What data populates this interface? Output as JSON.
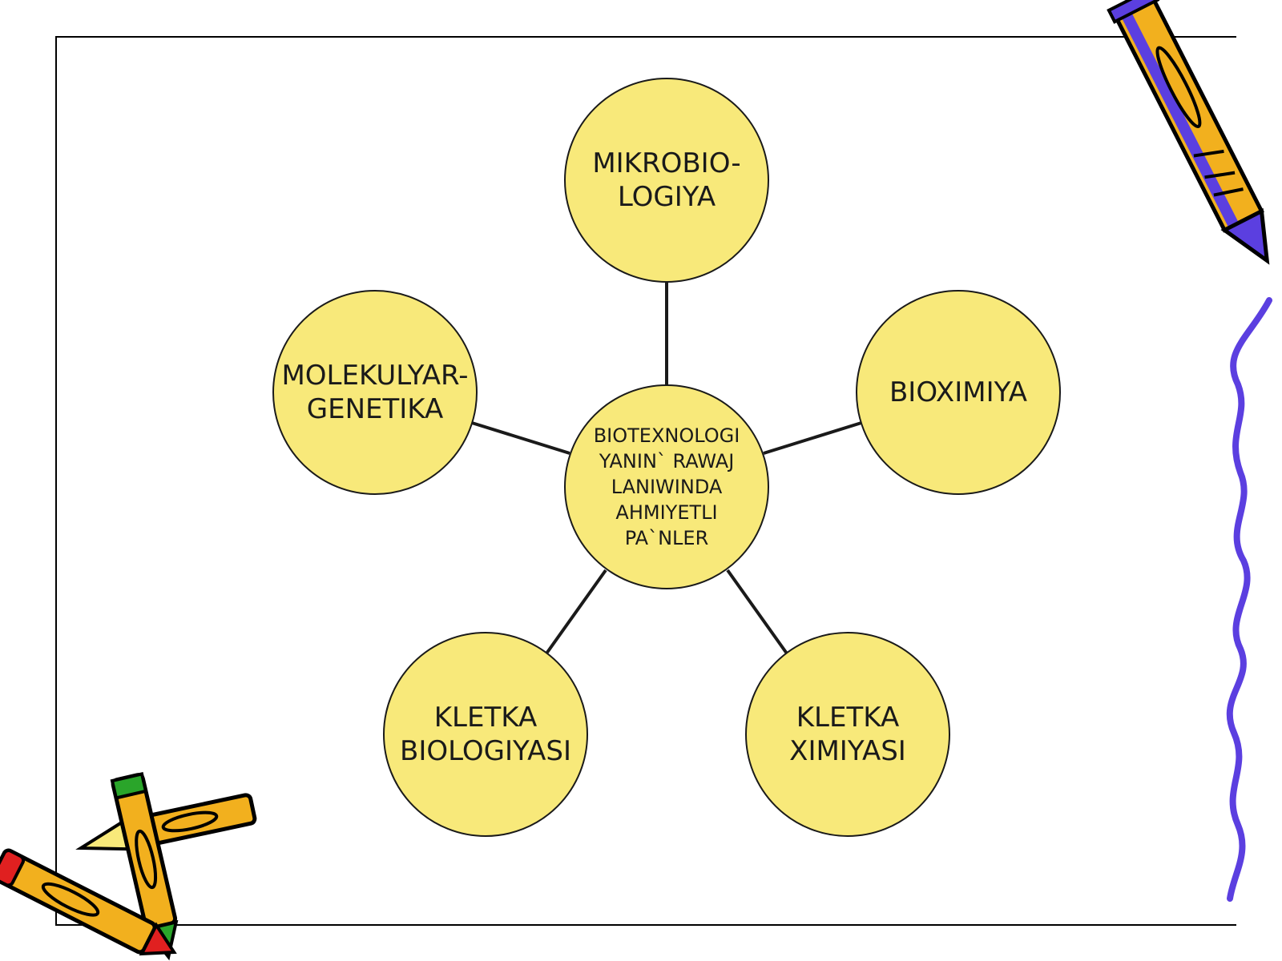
{
  "diagram": {
    "center": {
      "label": "BIOTEXNOLOGI\nYANIN` RAWAJ\nLANIWINDA\nAHMIYETLI\nPA`NLER"
    },
    "nodes": [
      {
        "id": "mikrobiologiya",
        "label": "MIKROBIO-\nLOGIYA"
      },
      {
        "id": "bioximiya",
        "label": "BIOXIMIYA"
      },
      {
        "id": "kletka-ximiyasi",
        "label": "KLETKA\nXIMIYASI"
      },
      {
        "id": "kletka-biologiyasi",
        "label": "KLETKA\nBIOLOGIYASI"
      },
      {
        "id": "molekulyar-genetika",
        "label": "MOLEKULYAR-\nGENETIKA"
      }
    ],
    "fill_color": "#f8e97a",
    "line_color": "#1a1a1a"
  },
  "decorations": {
    "top_right_pencil_icon": "pencil-icon",
    "bottom_left_pencils_icon": "crossed-pencils-icon",
    "right_border_squiggle": "squiggle-line"
  }
}
